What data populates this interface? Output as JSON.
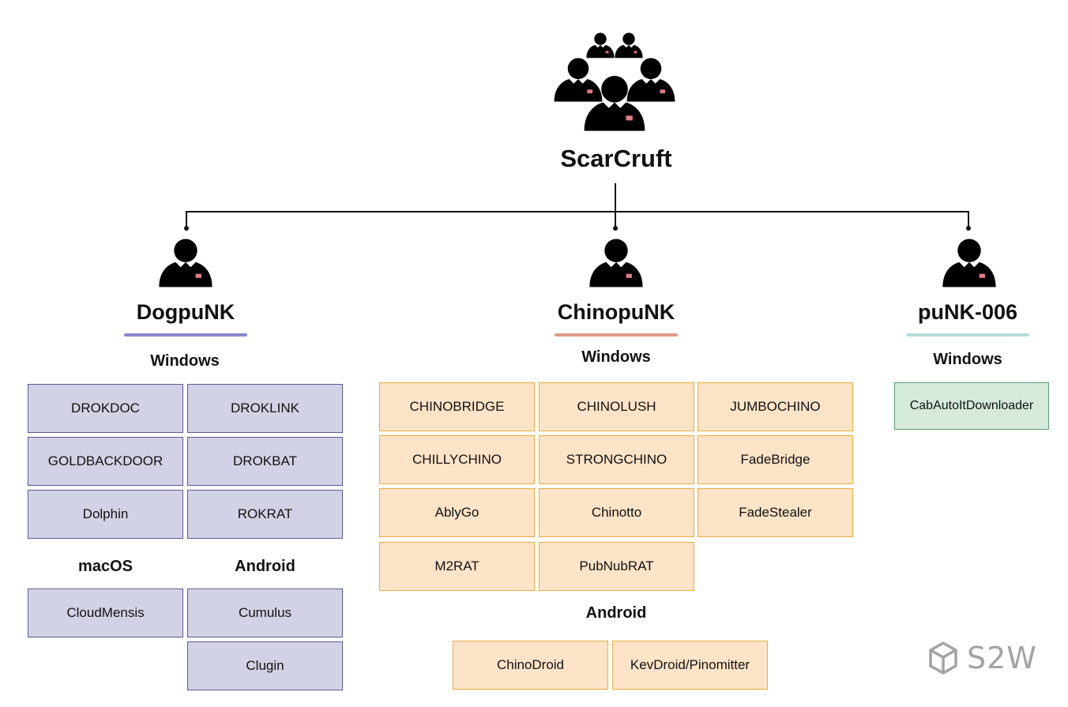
{
  "root": {
    "title": "ScarCruft"
  },
  "groups": [
    {
      "name": "DogpuNK",
      "color": "#8a86cf",
      "windows_label": "Windows",
      "windows": [
        "DROKDOC",
        "DROKLINK",
        "GOLDBACKDOOR",
        "DROKBAT",
        "Dolphin",
        "ROKRAT"
      ],
      "macos_label": "macOS",
      "macos": [
        "CloudMensis"
      ],
      "android_label": "Android",
      "android": [
        "Cumulus",
        "Clugin"
      ]
    },
    {
      "name": "ChinopuNK",
      "color": "#e09a8a",
      "windows_label": "Windows",
      "windows": [
        "CHINOBRIDGE",
        "CHINOLUSH",
        "JUMBOCHINO",
        "CHILLYCHINO",
        "STRONGCHINO",
        "FadeBridge",
        "AblyGo",
        "Chinotto",
        "FadeStealer",
        "M2RAT",
        "PubNubRAT"
      ],
      "android_label": "Android",
      "android": [
        "ChinoDroid",
        "KevDroid/Pinomitter"
      ]
    },
    {
      "name": "puNK-006",
      "color": "#b5dcd6",
      "windows_label": "Windows",
      "windows": [
        "CabAutoItDownloader"
      ]
    }
  ],
  "logo": {
    "text": "S2W",
    "icon": "cube-logo-icon"
  }
}
